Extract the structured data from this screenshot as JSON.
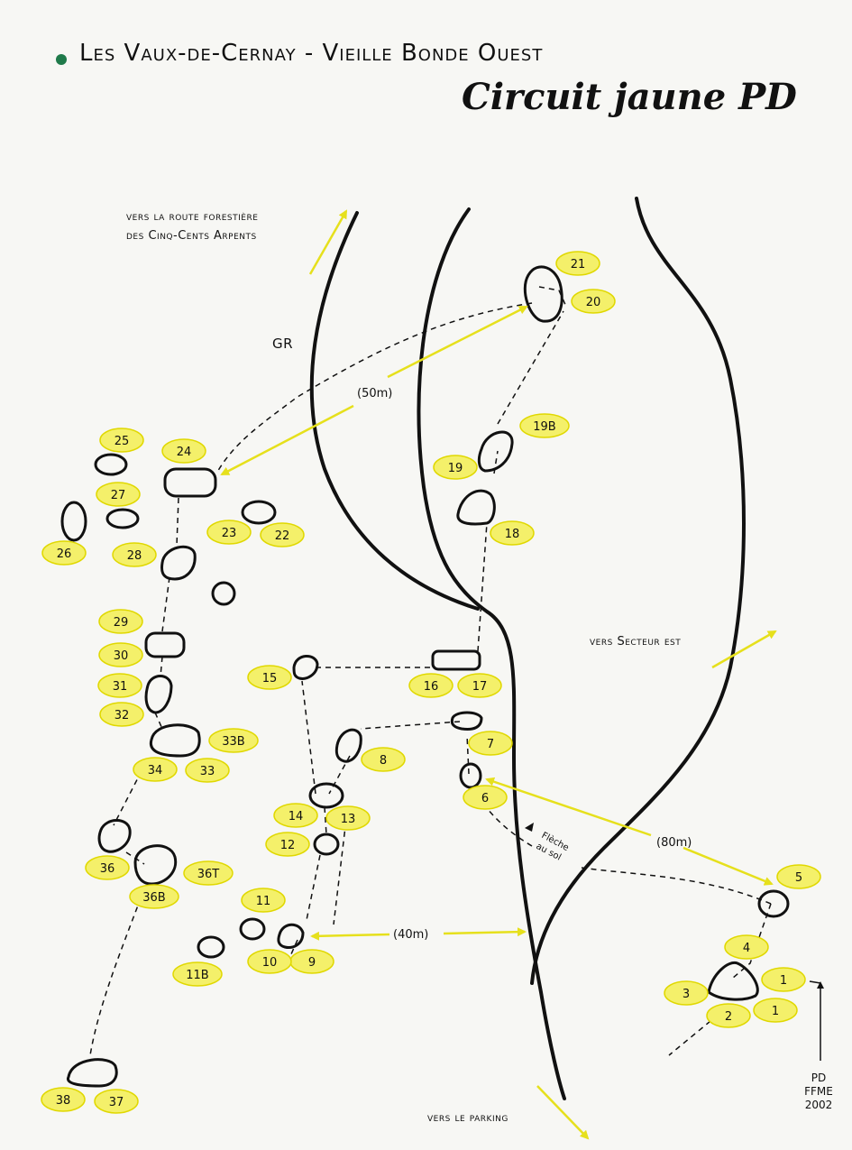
{
  "header": {
    "title": "Les Vaux-de-Cernay - Vieille Bonde Ouest",
    "circuit": "Circuit jaune PD"
  },
  "notes": {
    "route_line1": "vers la route forestière",
    "route_line2": "des Cinq-Cents Arpents",
    "gr": "GR",
    "sector": "vers Secteur est",
    "parking": "vers le parking",
    "dist_50": "(50m)",
    "dist_80": "(80m)",
    "dist_40": "(40m)",
    "arrow_line1": "Flèche",
    "arrow_line2": "au sol"
  },
  "credit": [
    "PD",
    "FFME",
    "2002"
  ],
  "colors": {
    "marker_fill": "#f4f06a",
    "marker_stroke": "#e0d800",
    "arrow": "#e6e01c",
    "ink": "#111111",
    "bullet": "#1f7a4a"
  },
  "problem_labels": [
    "1",
    "1",
    "2",
    "3",
    "4",
    "5",
    "6",
    "7",
    "8",
    "9",
    "10",
    "11",
    "11B",
    "12",
    "13",
    "14",
    "15",
    "16",
    "17",
    "18",
    "19",
    "19B",
    "20",
    "21",
    "22",
    "23",
    "24",
    "25",
    "26",
    "27",
    "28",
    "29",
    "30",
    "31",
    "32",
    "33",
    "33B",
    "34",
    "36",
    "36T",
    "36B",
    "37",
    "38"
  ]
}
